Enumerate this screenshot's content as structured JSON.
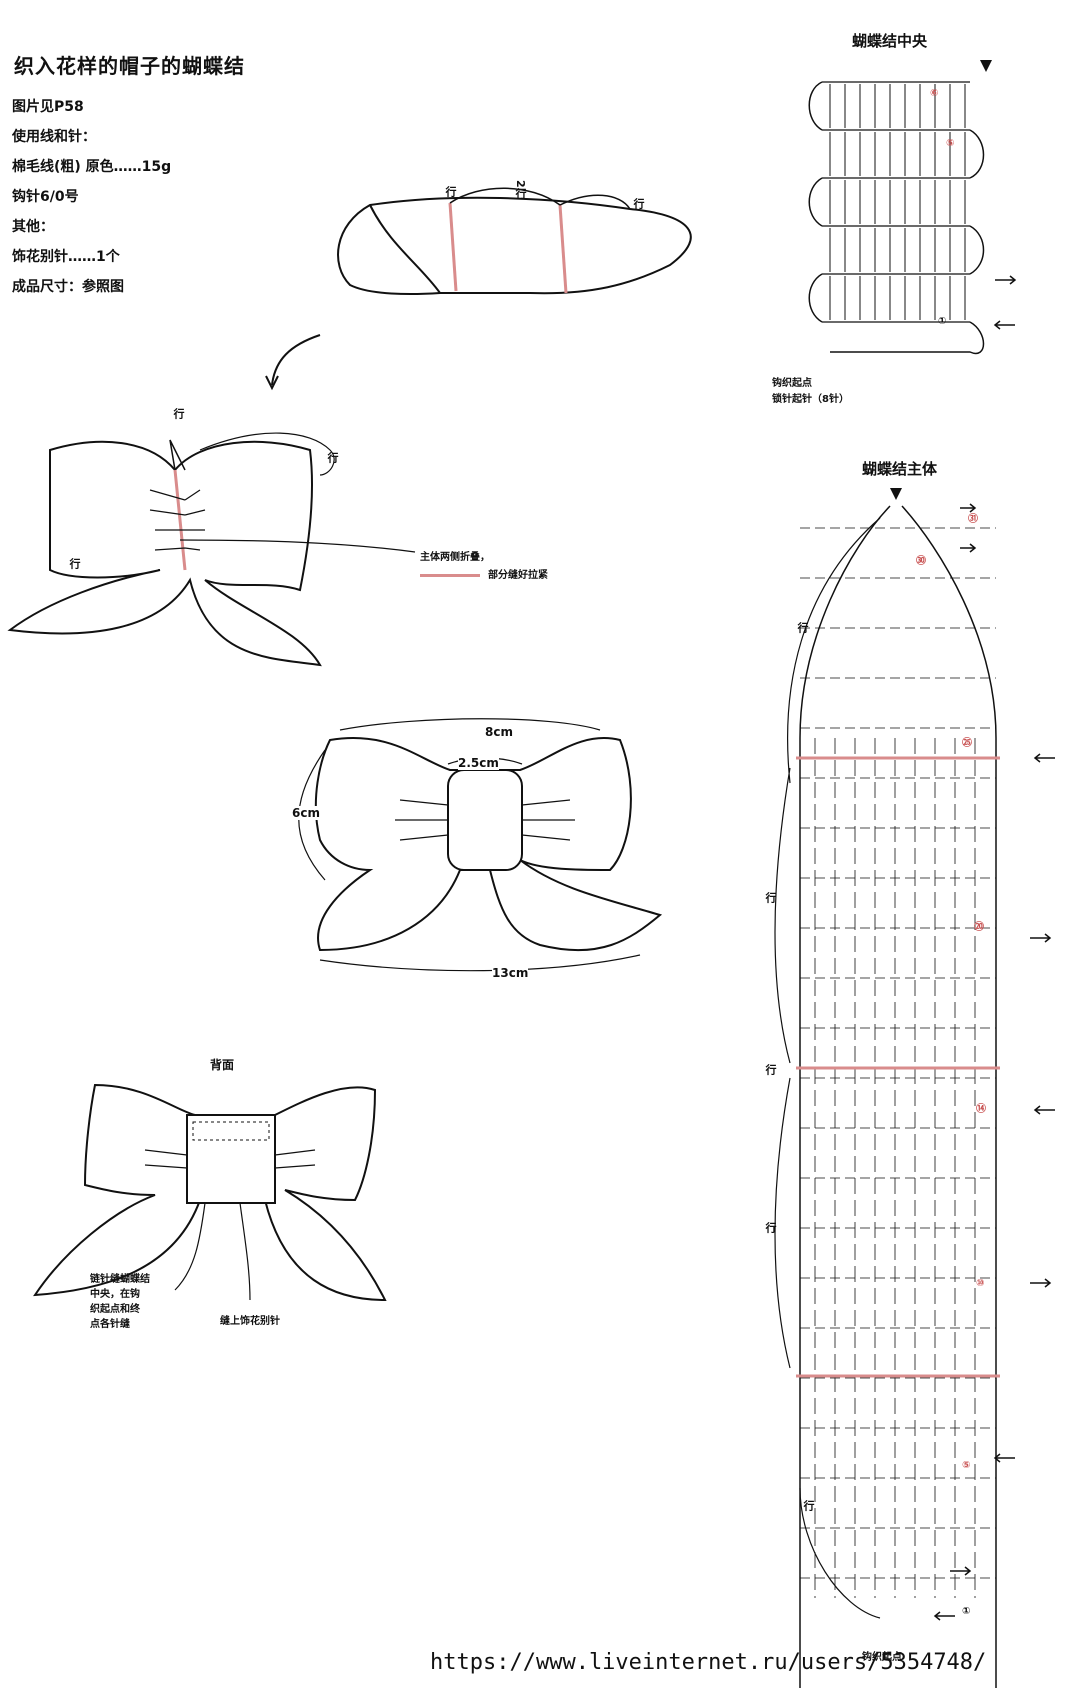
{
  "header": {
    "title": "织入花样的帽子的蝴蝶结",
    "info": [
      "图片见P58",
      "使用线和针：",
      "棉毛线(粗) 原色……15g",
      "钩针6/0号",
      "其他：",
      "饰花别针……1个",
      "成品尺寸：参照图"
    ]
  },
  "step1": {
    "row_labels": [
      "行",
      "2行",
      "行"
    ]
  },
  "step2": {
    "top_label": "行",
    "right_label": "行",
    "left_label": "行",
    "note_fold": "主体两侧折叠，",
    "note_stitch": "部分缝好拉紧"
  },
  "dimensions": {
    "width_top": "8cm",
    "center": "2.5cm",
    "height": "6cm",
    "width_bottom": "13cm"
  },
  "back": {
    "title": "背面",
    "note_left": [
      "链针缝蝴蝶结",
      "中央，在钩",
      "织起点和终",
      "点各针缝"
    ],
    "note_right": "缝上饰花别针"
  },
  "center_chart": {
    "title": "蝴蝶结中央",
    "row_marks": [
      "⑥",
      "⑤",
      "①"
    ],
    "start_label": "钩织起点",
    "start_sub": "锁针起针（8针）"
  },
  "main_chart": {
    "title": "蝴蝶结主体",
    "row_marks": [
      "㉛",
      "㉚",
      "㉕",
      "⑳",
      "⑭",
      "⑩",
      "⑤",
      "①"
    ],
    "side_labels": [
      "行",
      "行",
      "行",
      "行",
      "行"
    ],
    "start_label": "钩织起点"
  },
  "footer": {
    "url": "https://www.liveinternet.ru/users/5354748/"
  },
  "colors": {
    "line": "#111111",
    "accent": "#d98c8c",
    "mark": "#c85050"
  }
}
